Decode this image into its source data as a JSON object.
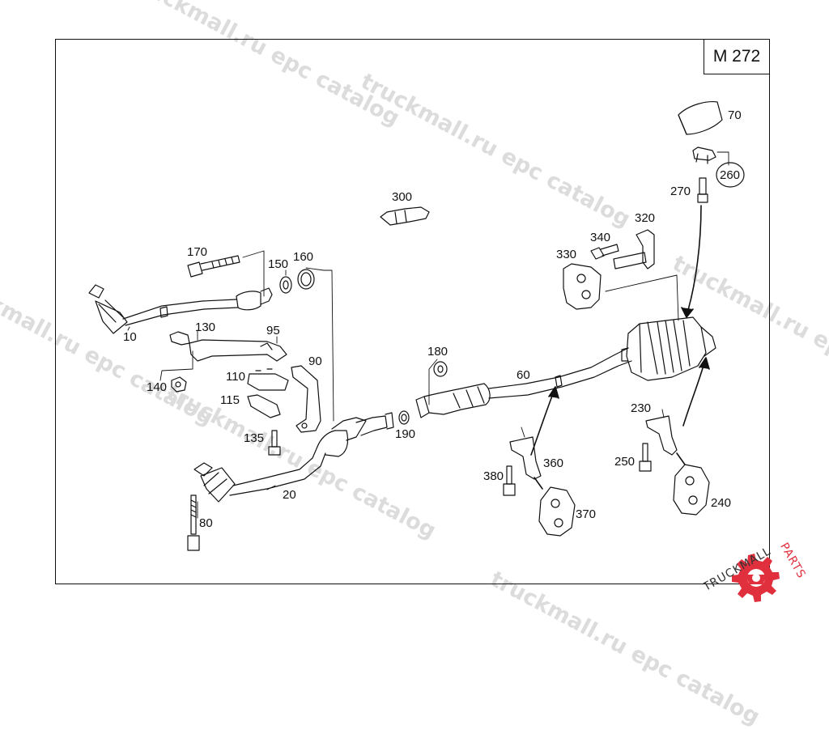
{
  "engine_code": "M 272",
  "watermark_text": "truckmall.ru epc catalog",
  "brand": {
    "name_dark": "TRUCKMALL",
    "name_accent": "PARTS",
    "accent_color": "#e0303e"
  },
  "parts": [
    {
      "number": "10"
    },
    {
      "number": "20"
    },
    {
      "number": "60"
    },
    {
      "number": "70"
    },
    {
      "number": "80"
    },
    {
      "number": "90"
    },
    {
      "number": "95"
    },
    {
      "number": "110"
    },
    {
      "number": "115"
    },
    {
      "number": "130"
    },
    {
      "number": "135"
    },
    {
      "number": "140"
    },
    {
      "number": "150"
    },
    {
      "number": "160"
    },
    {
      "number": "170"
    },
    {
      "number": "180"
    },
    {
      "number": "190"
    },
    {
      "number": "230"
    },
    {
      "number": "240"
    },
    {
      "number": "250"
    },
    {
      "number": "260"
    },
    {
      "number": "270"
    },
    {
      "number": "300"
    },
    {
      "number": "320"
    },
    {
      "number": "330"
    },
    {
      "number": "340"
    },
    {
      "number": "360"
    },
    {
      "number": "370"
    },
    {
      "number": "380"
    }
  ]
}
